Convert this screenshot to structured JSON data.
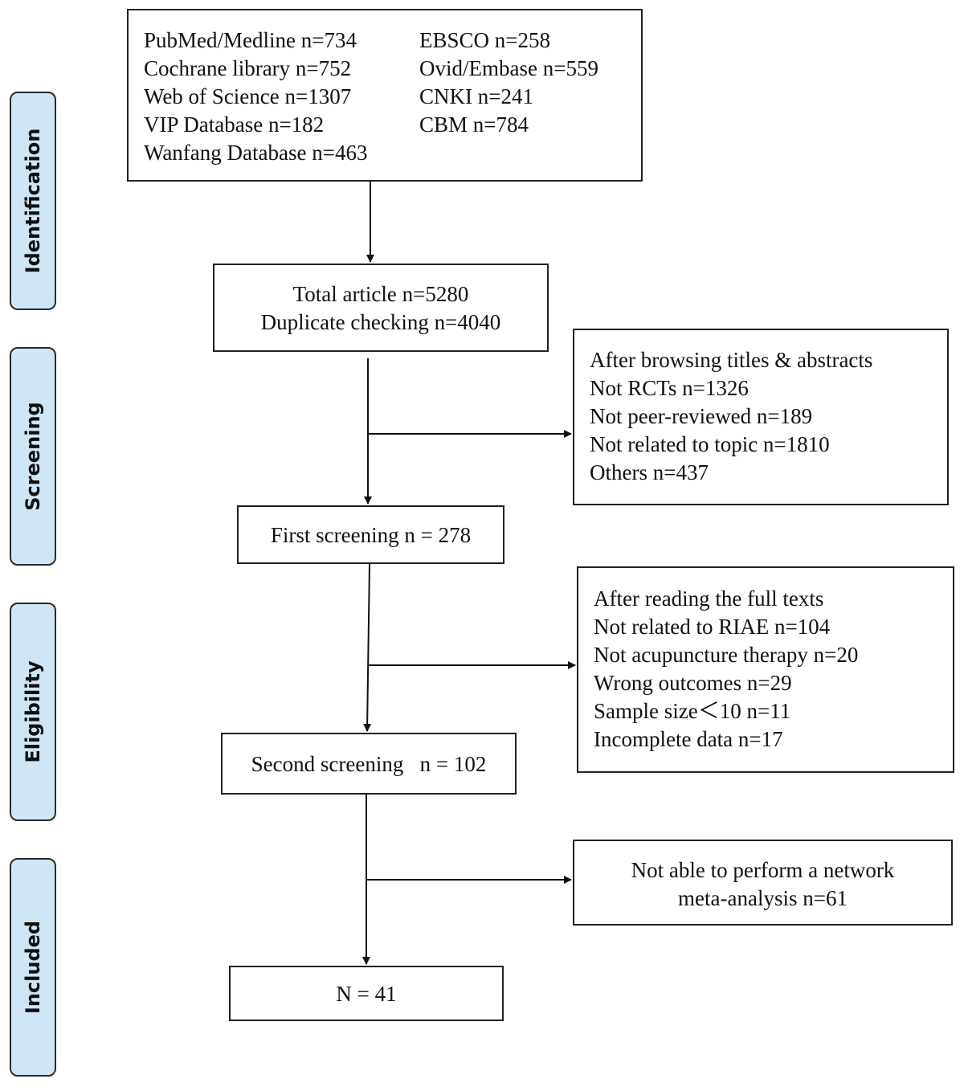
{
  "stages": [
    {
      "label": "Identification"
    },
    {
      "label": "Screening"
    },
    {
      "label": "Eligibility"
    },
    {
      "label": "Included"
    }
  ],
  "databases": {
    "left": [
      "PubMed/Medline n=734",
      "Cochrane library n=752",
      "Web of Science n=1307",
      "VIP Database n=182",
      "Wanfang Database n=463"
    ],
    "right": [
      "EBSCO n=258",
      "Ovid/Embase n=559",
      "CNKI n=241",
      "CBM n=784"
    ]
  },
  "total": [
    "Total article n=5280",
    "Duplicate checking n=4040"
  ],
  "exclusion_1": [
    "After browsing titles & abstracts",
    "Not RCTs n=1326",
    "Not peer-reviewed n=189",
    "Not related to topic n=1810",
    "Others n=437"
  ],
  "first_screening": "First screening n = 278",
  "exclusion_2": [
    "After reading the full texts",
    "Not related to RIAE n=104",
    "Not acupuncture therapy n=20",
    "Wrong outcomes n=29",
    "Sample size＜10 n=11",
    "Incomplete data n=17"
  ],
  "second_screening": "Second screening   n = 102",
  "exclusion_3": [
    "Not able to perform a network",
    "meta-analysis n=61"
  ],
  "included": "N = 41"
}
